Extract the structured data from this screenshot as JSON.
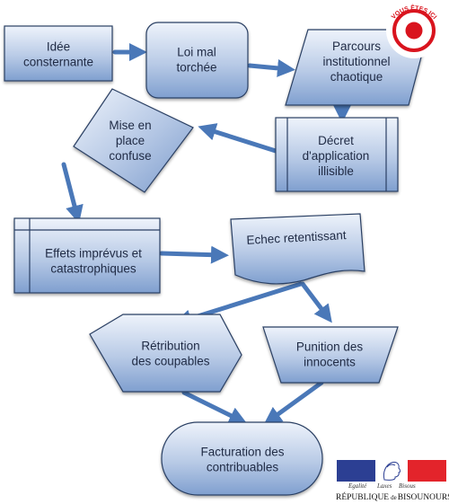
{
  "nodes": [
    {
      "id": "n1",
      "lines": [
        "Idée",
        "consternante"
      ]
    },
    {
      "id": "n2",
      "lines": [
        "Loi mal",
        "torchée"
      ]
    },
    {
      "id": "n3",
      "lines": [
        "Parcours",
        "institutionnel",
        "chaotique"
      ]
    },
    {
      "id": "n4",
      "lines": [
        "Décret",
        "d'application",
        "illisible"
      ]
    },
    {
      "id": "n5",
      "lines": [
        "Mise en",
        "place",
        "confuse"
      ]
    },
    {
      "id": "n6",
      "lines": [
        "Effets imprévus et",
        "catastrophiques"
      ]
    },
    {
      "id": "n7",
      "lines": [
        "Echec retentissant"
      ]
    },
    {
      "id": "n8",
      "lines": [
        "Rétribution",
        "des coupables"
      ]
    },
    {
      "id": "n9",
      "lines": [
        "Punition des",
        "innocents"
      ]
    },
    {
      "id": "n10",
      "lines": [
        "Facturation des",
        "contribuables"
      ]
    }
  ],
  "badge": {
    "text": "VOUS ÊTES ICI"
  },
  "logo": {
    "motto": [
      "Egalité",
      "Laxes",
      "Bisous"
    ],
    "rep_prefix": "RÉPUBLIQUE",
    "rep_mid": "de",
    "rep_suffix": "BISOUNOURSLAND",
    "colors": {
      "blue": "#2c3f93",
      "white": "#ffffff",
      "red": "#e3242b"
    }
  },
  "colors": {
    "arrow": "#4a78b8",
    "node_stroke": "#2a3f64",
    "node_fill_light": "#eaf0fa",
    "node_fill_dark": "#7f9fcf"
  }
}
